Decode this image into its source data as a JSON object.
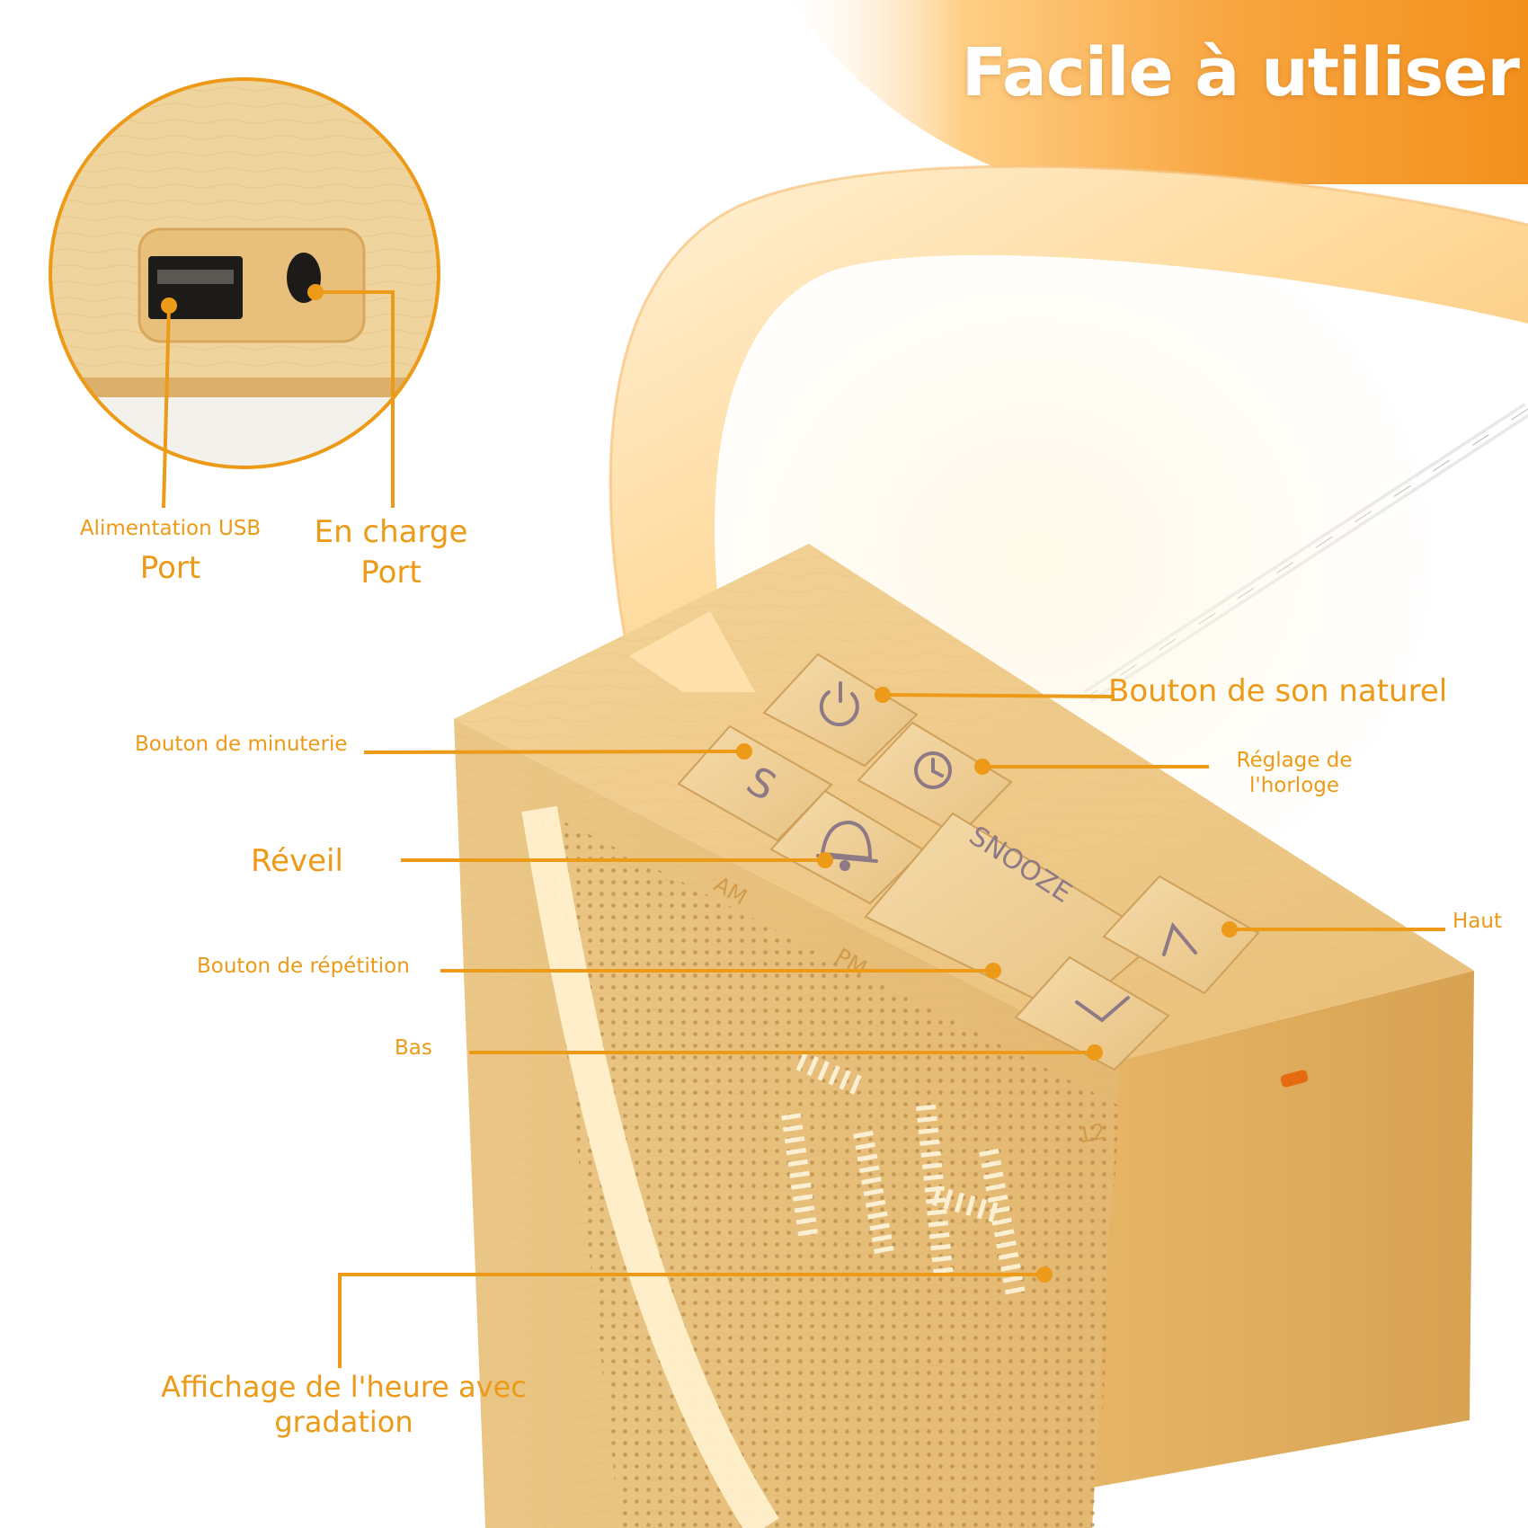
{
  "header": {
    "title": "Facile à utiliser"
  },
  "ports": {
    "usb_label_line1": "Alimentation USB",
    "usb_label_line2": "Port",
    "charge_label_line1": "En charge",
    "charge_label_line2": "Port"
  },
  "callouts": {
    "nature_sound": "Bouton de son naturel",
    "timer": "Bouton de minuterie",
    "clock_line1": "Réglage de",
    "clock_line2": "l'horloge",
    "alarm": "Réveil",
    "up": "Haut",
    "repeat": "Bouton de répétition",
    "down": "Bas",
    "display_line1": "Affichage de l'heure avec",
    "display_line2": "gradation"
  },
  "device": {
    "snooze_label": "SNOOZE",
    "timer_key_glyph": "S",
    "am_label": "AM",
    "pm_label": "PM",
    "digit_label": "12"
  },
  "colors": {
    "accent": "#ec9a17",
    "wood": "#eecb8d",
    "wood_dark": "#d9ac63",
    "glow": "#ffd592",
    "header_gradient_end": "#f3901c"
  }
}
